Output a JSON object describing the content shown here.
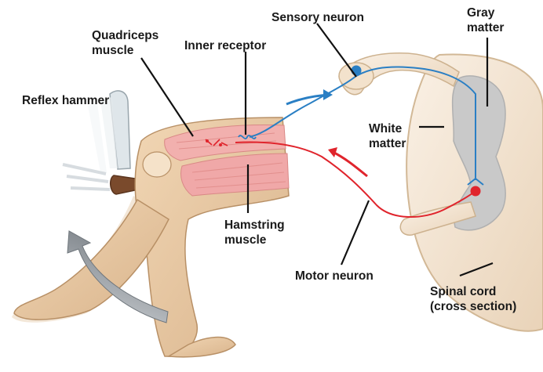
{
  "labels": {
    "sensory_neuron": "Sensory neuron",
    "gray_matter": [
      "Gray",
      "matter"
    ],
    "quadriceps": [
      "Quadriceps",
      "muscle"
    ],
    "inner_receptor": "Inner receptor",
    "reflex_hammer": "Reflex hammer",
    "white_matter": [
      "White",
      "matter"
    ],
    "hamstring": [
      "Hamstring",
      "muscle"
    ],
    "motor_neuron": "Motor neuron",
    "spinal_cord": [
      "Spinal cord",
      "(cross section)"
    ]
  },
  "colors": {
    "sensory_neuron": "#2a7fc4",
    "motor_neuron": "#e0242c",
    "gray_matter": "#c9c9c9",
    "white_matter": "#f6ece0",
    "skin": "#e8c9a3",
    "muscle": "#f0a8a8",
    "motion_arrow": "#8d9398"
  }
}
